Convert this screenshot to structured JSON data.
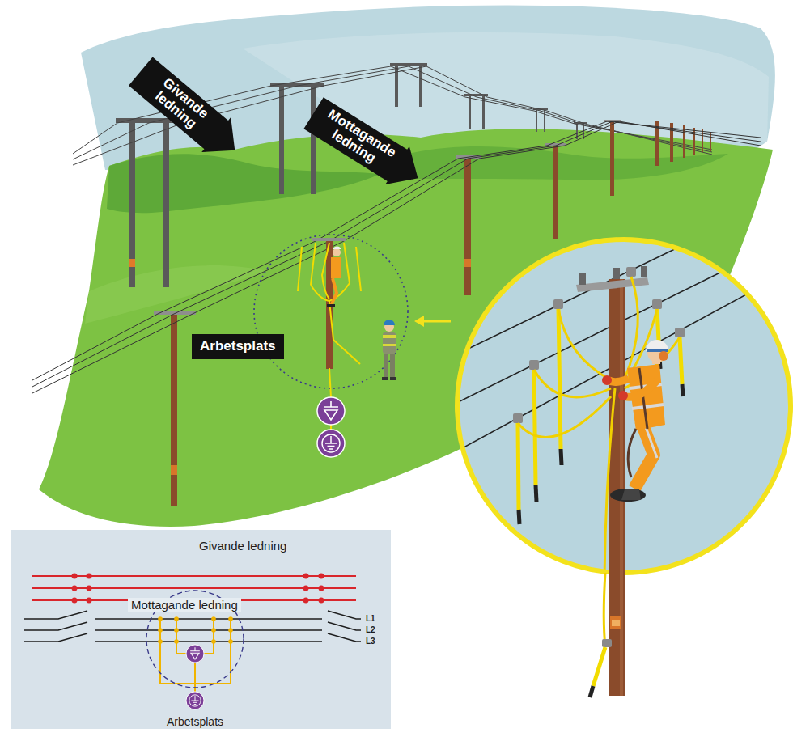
{
  "diagram": {
    "nodes": [
      {
        "text": [
          "Givande ledning"
        ]
      },
      {
        "text": [
          "Mottagande ledning"
        ]
      },
      {
        "text": [
          "Arbetsplats"
        ]
      }
    ],
    "labels": [
      "Givande ledning",
      "Mottagande ledning",
      "L1",
      "L2",
      "L3",
      "Arbetsplats"
    ]
  }
}
